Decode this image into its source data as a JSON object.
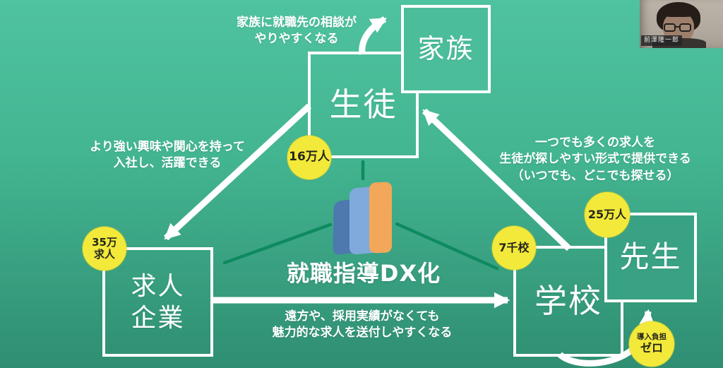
{
  "slide": {
    "title_center": "就職指導DX化",
    "nodes": {
      "student": "生徒",
      "family": "家族",
      "company_line1": "求人",
      "company_line2": "企業",
      "school": "学校",
      "teacher": "先生"
    },
    "badges": {
      "students_count": "16万人",
      "jobs_line1": "35万",
      "jobs_line2": "求人",
      "schools_count": "7千校",
      "teachers_count": "25万人",
      "zero_line1": "導入負担",
      "zero_line2": "ゼロ"
    },
    "annotations": {
      "top": [
        "家族に就職先の相談が",
        "やりやすくなる"
      ],
      "left": [
        "より強い興味や関心を持って",
        "入社し、活躍できる"
      ],
      "right": [
        "一つでも多くの求人を",
        "生徒が探しやすい形式で提供できる",
        "（いつでも、どこでも探せる）"
      ],
      "bottom": [
        "遠方や、採用実績がなくても",
        "魅力的な求人を送付しやすくなる"
      ]
    },
    "colors": {
      "bg_top": "#4fc2a0",
      "bg_bottom": "#2f8e72",
      "badge_yellow": "#f2e93b",
      "connector_green": "#0e8a5f",
      "arrow_white": "#ffffff",
      "logo_dark_blue": "#4d79ae",
      "logo_light_blue": "#80aadc",
      "logo_orange": "#f3a75a"
    }
  },
  "webcam": {
    "name_label": "前澤隆一郎"
  }
}
